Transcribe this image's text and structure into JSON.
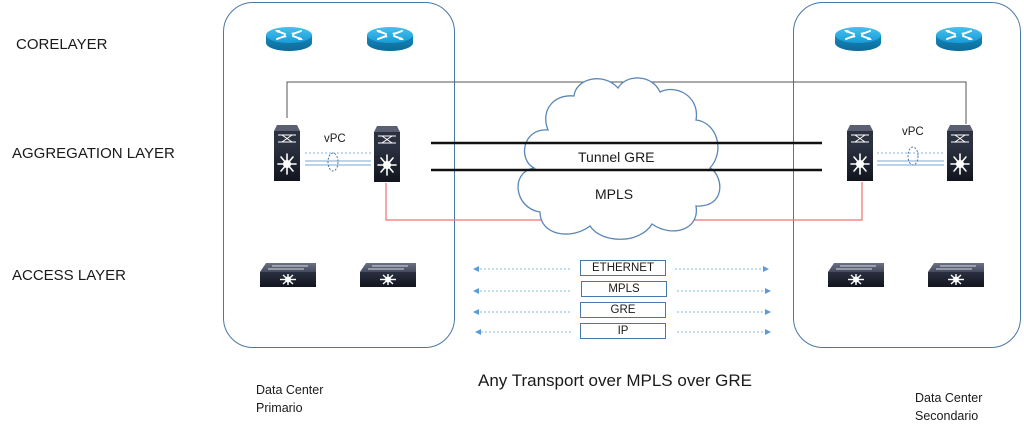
{
  "layers": {
    "core": "CORELAYER",
    "aggregation": "AGGREGATION LAYER",
    "access": "ACCESS LAYER"
  },
  "datacenters": {
    "primary": {
      "line1": "Data Center",
      "line2": "Primario"
    },
    "secondary": {
      "line1": "Data Center",
      "line2": "Secondario"
    }
  },
  "vpc_label": "vPC",
  "cloud": {
    "tunnel_label": "Tunnel GRE",
    "network_label": "MPLS"
  },
  "protocol_stack": [
    "ETHERNET",
    "MPLS",
    "GRE",
    "IP"
  ],
  "caption": "Any Transport over MPLS over GRE",
  "colors": {
    "box_border": "#4a78a6",
    "router": "#1f9fd6",
    "switch_dark": "#1e2330",
    "red_link": "#f07070",
    "tunnel_line": "#111111",
    "dashed_arrow": "#6aa3dc"
  },
  "icons": {
    "core_router": "router-icon",
    "aggregation_switch": "nexus-switch-icon",
    "access_switch": "access-switch-icon",
    "cloud": "cloud-icon"
  }
}
